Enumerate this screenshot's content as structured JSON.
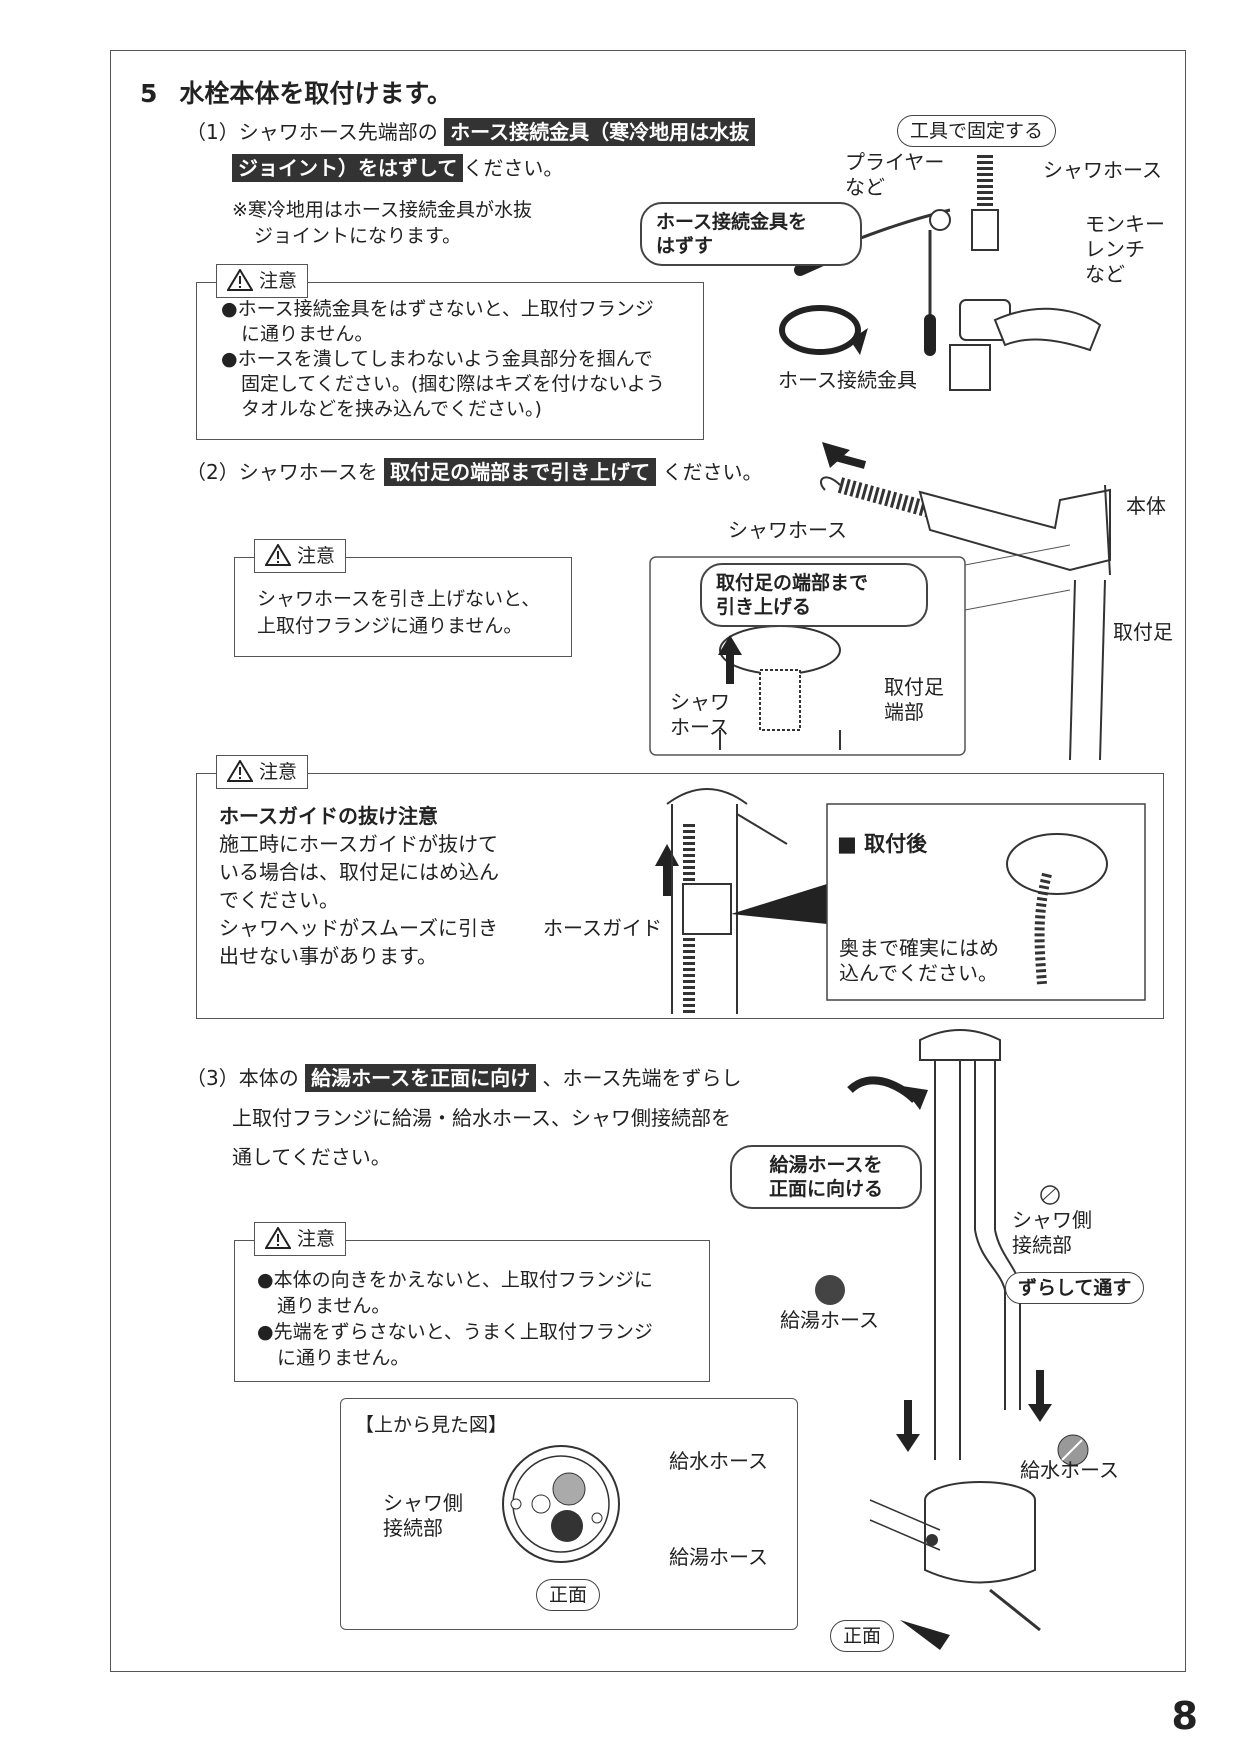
{
  "section": {
    "number": "5",
    "title": "水栓本体を取付けます。"
  },
  "step1": {
    "line1_prefix": "（1）シャワホース先端部の",
    "highlight_a": "ホース接続金具（寒冷地用は水抜",
    "highlight_b": "ジョイント）をはずして",
    "line2_suffix": "ください。",
    "note_1": "※寒冷地用はホース接続金具が水抜",
    "note_2": "ジョイントになります。",
    "caution_label": "注意",
    "caution_lines": [
      "●ホース接続金具をはずさないと、上取付フランジ",
      "に通りません。",
      "●ホースを潰してしまわないよう金具部分を掴んで",
      "固定してください。(掴む際はキズを付けないよう",
      "タオルなどを挟み込んでください。)"
    ],
    "figure": {
      "tool_callout": "工具で固定する",
      "pliers_1": "プライヤー",
      "pliers_2": "など",
      "shower_hose": "シャワホース",
      "wrench_1": "モンキー",
      "wrench_2": "レンチ",
      "wrench_3": "など",
      "remove_callout_1": "ホース接続金具を",
      "remove_callout_2": "はずす",
      "fitting": "ホース接続金具"
    }
  },
  "step2": {
    "prefix": "（2）シャワホースを",
    "highlight": "取付足の端部まで引き上げて",
    "suffix": "ください。",
    "caution_label": "注意",
    "caution_lines": [
      "シャワホースを引き上げないと、",
      "上取付フランジに通りません。"
    ],
    "figure": {
      "shower_hose": "シャワホース",
      "body": "本体",
      "leg": "取付足",
      "callout_1": "取付足の端部まで",
      "callout_2": "引き上げる",
      "shower_hose_1": "シャワ",
      "shower_hose_2": "ホース",
      "leg_end_1": "取付足",
      "leg_end_2": "端部"
    }
  },
  "guide_caution": {
    "label": "注意",
    "heading": "ホースガイドの抜け注意",
    "lines": [
      "施工時にホースガイドが抜けて",
      "いる場合は、取付足にはめ込ん",
      "でください。",
      "シャワヘッドがスムーズに引き",
      "出せない事があります。"
    ],
    "hose_guide": "ホースガイド",
    "after_title": "■ 取付後",
    "after_note_1": "奥まで確実にはめ",
    "after_note_2": "込んでください。"
  },
  "step3": {
    "prefix": "（3）本体の",
    "highlight": "給湯ホースを正面に向け",
    "suffix": "、ホース先端をずらし",
    "line2": "上取付フランジに給湯・給水ホース、シャワ側接続部を",
    "line3": "通してください。",
    "caution_label": "注意",
    "caution_lines": [
      "●本体の向きをかえないと、上取付フランジに",
      "通りません。",
      "●先端をずらさないと、うまく上取付フランジ",
      "に通りません。"
    ],
    "figure": {
      "callout_1": "給湯ホースを",
      "callout_2": "正面に向ける",
      "shower_side_1": "シャワ側",
      "shower_side_2": "接続部",
      "shift_callout": "ずらして通す",
      "hot_hose": "給湯ホース",
      "cold_hose": "給水ホース",
      "front": "正面"
    },
    "top_view": {
      "title": "【上から見た図】",
      "cold_hose": "給水ホース",
      "shower_side_1": "シャワ側",
      "shower_side_2": "接続部",
      "hot_hose": "給湯ホース",
      "front": "正面"
    }
  },
  "page_number": "8"
}
